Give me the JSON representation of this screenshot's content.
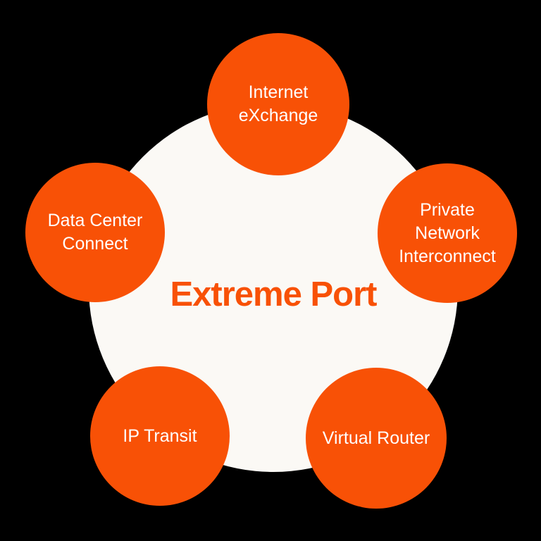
{
  "diagram": {
    "title": "Extreme Port",
    "nodes": [
      {
        "id": "internet-exchange",
        "label": "Internet\neXchange"
      },
      {
        "id": "data-center-connect",
        "label": "Data Center\nConnect"
      },
      {
        "id": "private-network-interconnect",
        "label": "Private\nNetwork\nInterconnect"
      },
      {
        "id": "ip-transit",
        "label": "IP Transit"
      },
      {
        "id": "virtual-router",
        "label": "Virtual Router"
      }
    ],
    "colors": {
      "accent": "#F85106",
      "hub_fill": "#FBF9F5",
      "background": "#000000",
      "node_text": "#FFFFFF"
    }
  }
}
